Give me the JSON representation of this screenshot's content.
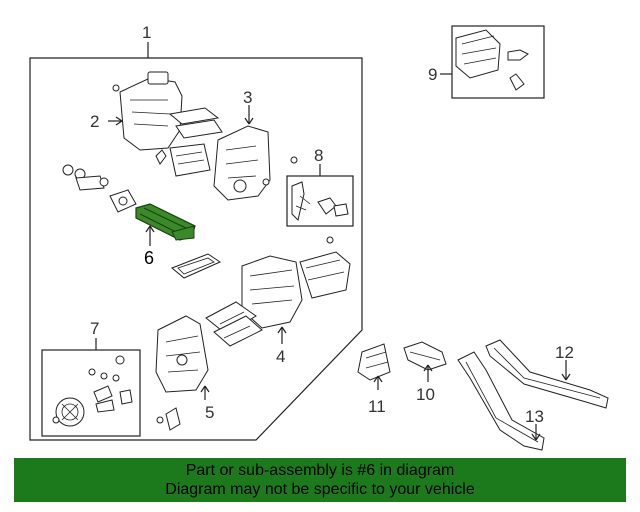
{
  "callouts": {
    "c1": "1",
    "c2": "2",
    "c3": "3",
    "c4": "4",
    "c5": "5",
    "c6": "6",
    "c7": "7",
    "c8": "8",
    "c9": "9",
    "c10": "10",
    "c11": "11",
    "c12": "12",
    "c13": "13"
  },
  "highlight_color": "#3a8a2a",
  "banner": {
    "line1": "Part or sub-assembly is #6 in diagram",
    "line2": "Diagram may not be specific to your vehicle",
    "background": "#1c7a1c"
  }
}
